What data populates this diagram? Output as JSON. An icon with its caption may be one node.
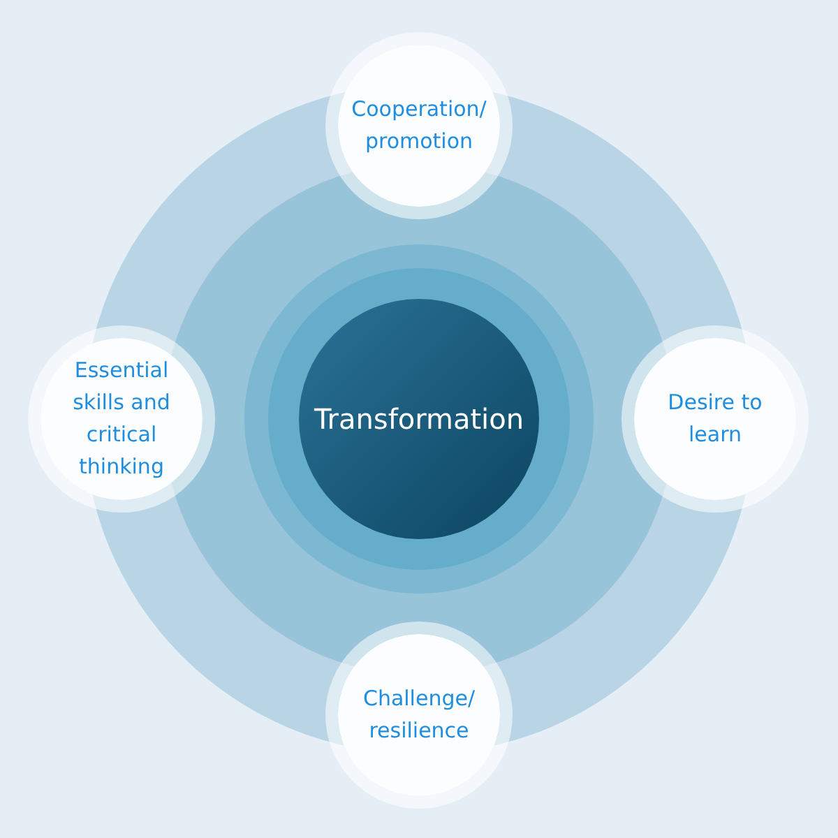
{
  "diagram": {
    "nodes": [
      {
        "text": [
          "Cooperation/ promotion"
        ]
      },
      {
        "text": [
          "Essential skills and critical thinking"
        ]
      },
      {
        "text": [
          "Transformation"
        ]
      },
      {
        "text": [
          "Desire to learn"
        ]
      },
      {
        "text": [
          "Challenge/ resilience"
        ]
      }
    ]
  }
}
